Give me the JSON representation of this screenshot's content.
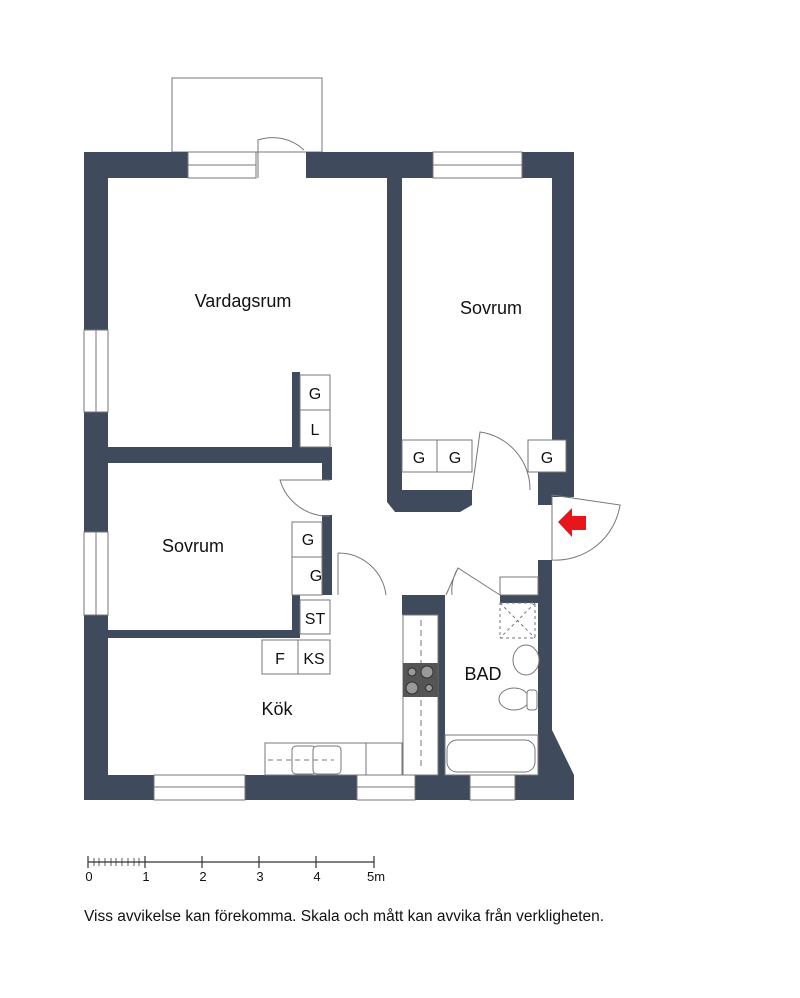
{
  "rooms": {
    "living": "Vardagsrum",
    "bedroom1": "Sovrum",
    "bedroom2": "Sovrum",
    "kitchen": "Kök",
    "bath": "BAD"
  },
  "closets": {
    "living_g": "G",
    "living_l": "L",
    "bed1_g1": "G",
    "bed1_g2": "G",
    "bed1_g3": "G",
    "bed2_g1": "G",
    "bed2_g2": "G",
    "st": "ST",
    "f": "F",
    "ks": "KS"
  },
  "scale": {
    "ticks": [
      "0",
      "1",
      "2",
      "3",
      "4",
      "5m"
    ],
    "value_m": 5
  },
  "disclaimer": "Viss avvikelse kan förekomma. Skala och mått kan avvika från verkligheten.",
  "colors": {
    "wall": "#3f4a5c",
    "entrance_arrow": "#e8161b"
  }
}
